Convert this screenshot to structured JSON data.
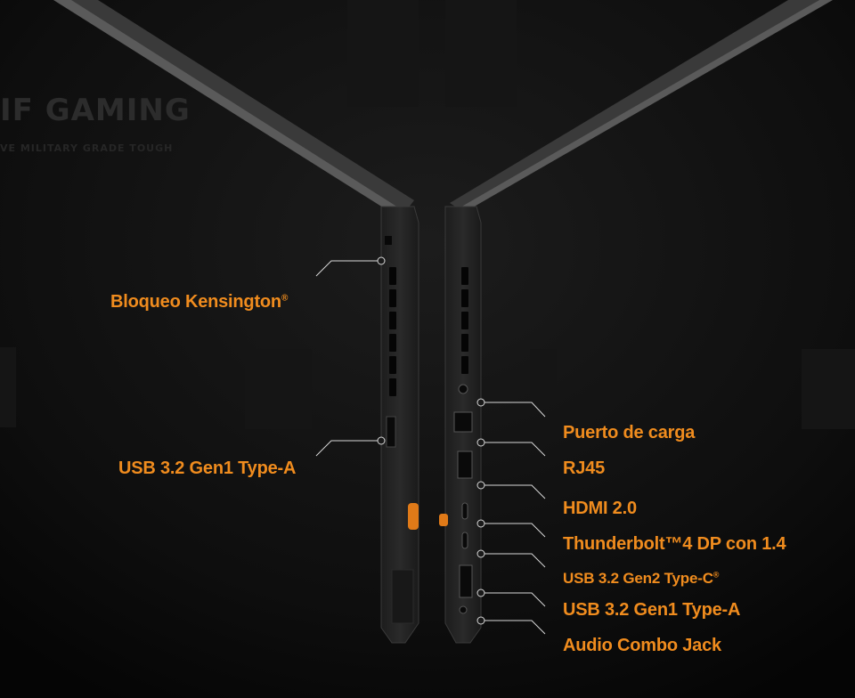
{
  "background_text": {
    "brand": "IF GAMING",
    "tagline": "VE   MILITARY GRADE TOUGH"
  },
  "colors": {
    "accent": "#f08c1e",
    "background": "#0b0b0b",
    "callout_line": "#d8d8d8"
  },
  "left_ports": [
    {
      "id": "kensington",
      "label": "Bloqueo Kensington",
      "mark": "®"
    },
    {
      "id": "usb-a-left",
      "label": "USB 3.2 Gen1 Type-A",
      "mark": ""
    }
  ],
  "right_ports": [
    {
      "id": "charging",
      "label": "Puerto de carga",
      "mark": ""
    },
    {
      "id": "rj45",
      "label": "RJ45",
      "mark": ""
    },
    {
      "id": "hdmi",
      "label": "HDMI 2.0",
      "mark": ""
    },
    {
      "id": "thunderbolt",
      "label": "Thunderbolt™4 DP con 1.4",
      "mark": ""
    },
    {
      "id": "usb-c",
      "label": "USB 3.2 Gen2 Type-C",
      "mark": "®"
    },
    {
      "id": "usb-a-right",
      "label": "USB 3.2 Gen1 Type-A",
      "mark": ""
    },
    {
      "id": "audio",
      "label": "Audio Combo Jack",
      "mark": ""
    }
  ]
}
